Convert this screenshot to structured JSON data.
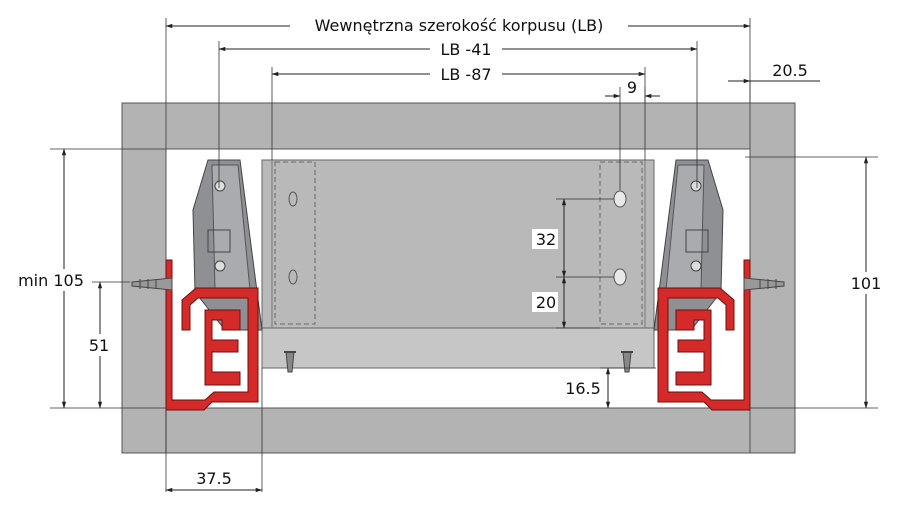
{
  "labels": {
    "lb_width": "Wewnętrzna szerokość korpusu (LB)",
    "lb_41": "LB -41",
    "lb_87": "LB -87",
    "dim_20_5": "20.5",
    "dim_9": "9",
    "dim_32": "32",
    "dim_20": "20",
    "dim_min105": "min 105",
    "dim_51": "51",
    "dim_101": "101",
    "dim_16_5": "16.5",
    "dim_37_5": "37.5"
  },
  "colors": {
    "cabinet": "#b3b3b3",
    "rail": "#d42a2a",
    "bracket": "#8e9094",
    "dimension_line": "#222222"
  }
}
